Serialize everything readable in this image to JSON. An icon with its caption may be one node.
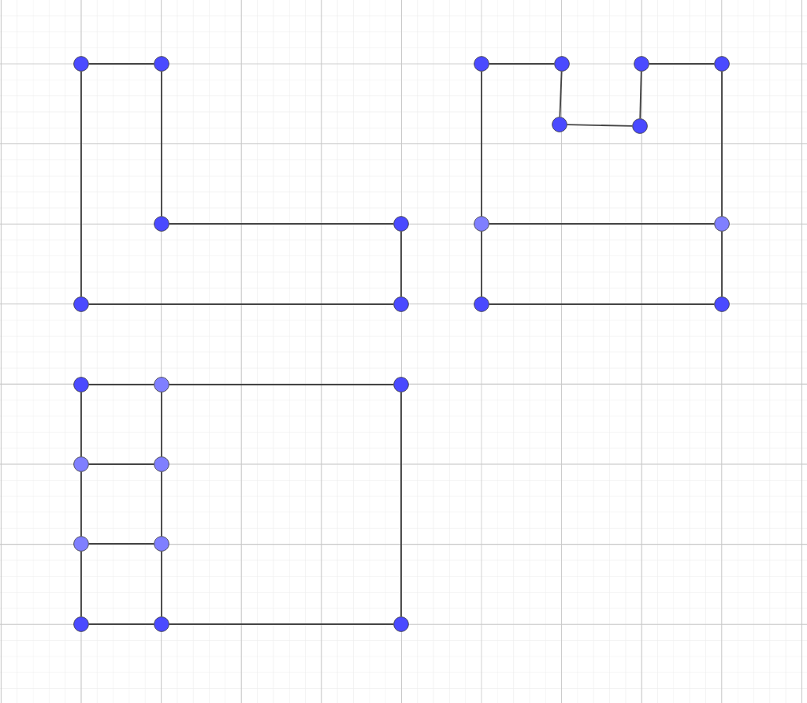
{
  "diagram": {
    "nodes": [
      {
        "text": [],
        "shape": "circle"
      },
      {
        "text": [],
        "shape": "circle"
      },
      {
        "text": [],
        "shape": "circle"
      },
      {
        "text": [],
        "shape": "circle"
      },
      {
        "text": [],
        "shape": "circle"
      },
      {
        "text": [],
        "shape": "circle"
      },
      {
        "text": [],
        "shape": "circle"
      },
      {
        "text": [],
        "shape": "circle"
      },
      {
        "text": [],
        "shape": "circle"
      },
      {
        "text": [],
        "shape": "circle"
      },
      {
        "text": [],
        "shape": "circle"
      },
      {
        "text": [],
        "shape": "circle"
      },
      {
        "text": [],
        "shape": "circle"
      },
      {
        "text": [],
        "shape": "circle"
      },
      {
        "text": [],
        "shape": "circle"
      },
      {
        "text": [],
        "shape": "circle"
      },
      {
        "text": [],
        "shape": "circle"
      },
      {
        "text": [],
        "shape": "circle"
      },
      {
        "text": [],
        "shape": "circle"
      },
      {
        "text": [],
        "shape": "circle"
      },
      {
        "text": [],
        "shape": "circle"
      },
      {
        "text": [],
        "shape": "circle"
      },
      {
        "text": [],
        "shape": "circle"
      },
      {
        "text": [],
        "shape": "circle"
      },
      {
        "text": [],
        "shape": "circle"
      },
      {
        "text": [],
        "shape": "circle"
      }
    ],
    "edges": [
      {
        "from": 0,
        "to": 1,
        "arrow": "none"
      },
      {
        "from": 1,
        "to": 2,
        "arrow": "none"
      },
      {
        "from": 2,
        "to": 3,
        "arrow": "none"
      },
      {
        "from": 3,
        "to": 4,
        "arrow": "none"
      },
      {
        "from": 4,
        "to": 5,
        "arrow": "none"
      },
      {
        "from": 5,
        "to": 0,
        "arrow": "none"
      },
      {
        "from": 6,
        "to": 7,
        "arrow": "none"
      },
      {
        "from": 7,
        "to": 8,
        "arrow": "none"
      },
      {
        "from": 8,
        "to": 9,
        "arrow": "none"
      },
      {
        "from": 9,
        "to": 10,
        "arrow": "none"
      },
      {
        "from": 10,
        "to": 11,
        "arrow": "none"
      },
      {
        "from": 11,
        "to": 12,
        "arrow": "none"
      },
      {
        "from": 12,
        "to": 13,
        "arrow": "none"
      },
      {
        "from": 13,
        "to": 14,
        "arrow": "none"
      },
      {
        "from": 14,
        "to": 15,
        "arrow": "none"
      },
      {
        "from": 15,
        "to": 6,
        "arrow": "none"
      },
      {
        "from": 15,
        "to": 12,
        "arrow": "none"
      },
      {
        "from": 16,
        "to": 17,
        "arrow": "none"
      },
      {
        "from": 17,
        "to": 18,
        "arrow": "none"
      },
      {
        "from": 18,
        "to": 19,
        "arrow": "none"
      },
      {
        "from": 19,
        "to": 20,
        "arrow": "none"
      },
      {
        "from": 20,
        "to": 21,
        "arrow": "none"
      },
      {
        "from": 21,
        "to": 24,
        "arrow": "none"
      },
      {
        "from": 24,
        "to": 22,
        "arrow": "none"
      },
      {
        "from": 22,
        "to": 16,
        "arrow": "none"
      },
      {
        "from": 22,
        "to": 23,
        "arrow": "none"
      },
      {
        "from": 24,
        "to": 25,
        "arrow": "none"
      },
      {
        "from": 17,
        "to": 23,
        "arrow": "none"
      },
      {
        "from": 23,
        "to": 25,
        "arrow": "none"
      },
      {
        "from": 25,
        "to": 20,
        "arrow": "none"
      }
    ]
  }
}
